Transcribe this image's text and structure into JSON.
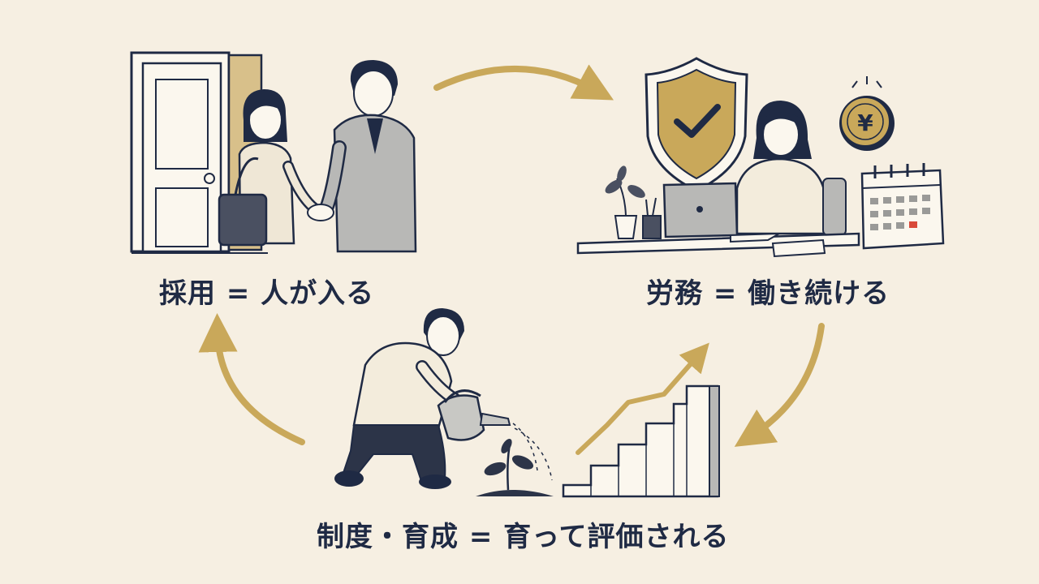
{
  "diagram": {
    "type": "cycle",
    "stages": [
      {
        "id": "hiring",
        "label": "採用 = 人が入る"
      },
      {
        "id": "labor",
        "label": "労務 = 働き続ける"
      },
      {
        "id": "development",
        "label": "制度・育成 = 育って評価される"
      }
    ],
    "flow": [
      "hiring",
      "labor",
      "development",
      "hiring"
    ],
    "icons": {
      "hiring": [
        "door-icon",
        "handshake-illustration"
      ],
      "labor": [
        "shield-check-icon",
        "yen-coin-icon",
        "calendar-icon",
        "laptop-icon",
        "plant-icon"
      ],
      "development": [
        "watering-can-icon",
        "sprout-icon",
        "staircase-growth-icon",
        "rising-arrow-icon"
      ]
    }
  },
  "colors": {
    "background": "#f6efe2",
    "accent_gold": "#c9a85a",
    "ink_navy": "#1f2a44",
    "gray_fill": "#b8b8b6",
    "calendar_highlight": "#d94a3a"
  }
}
